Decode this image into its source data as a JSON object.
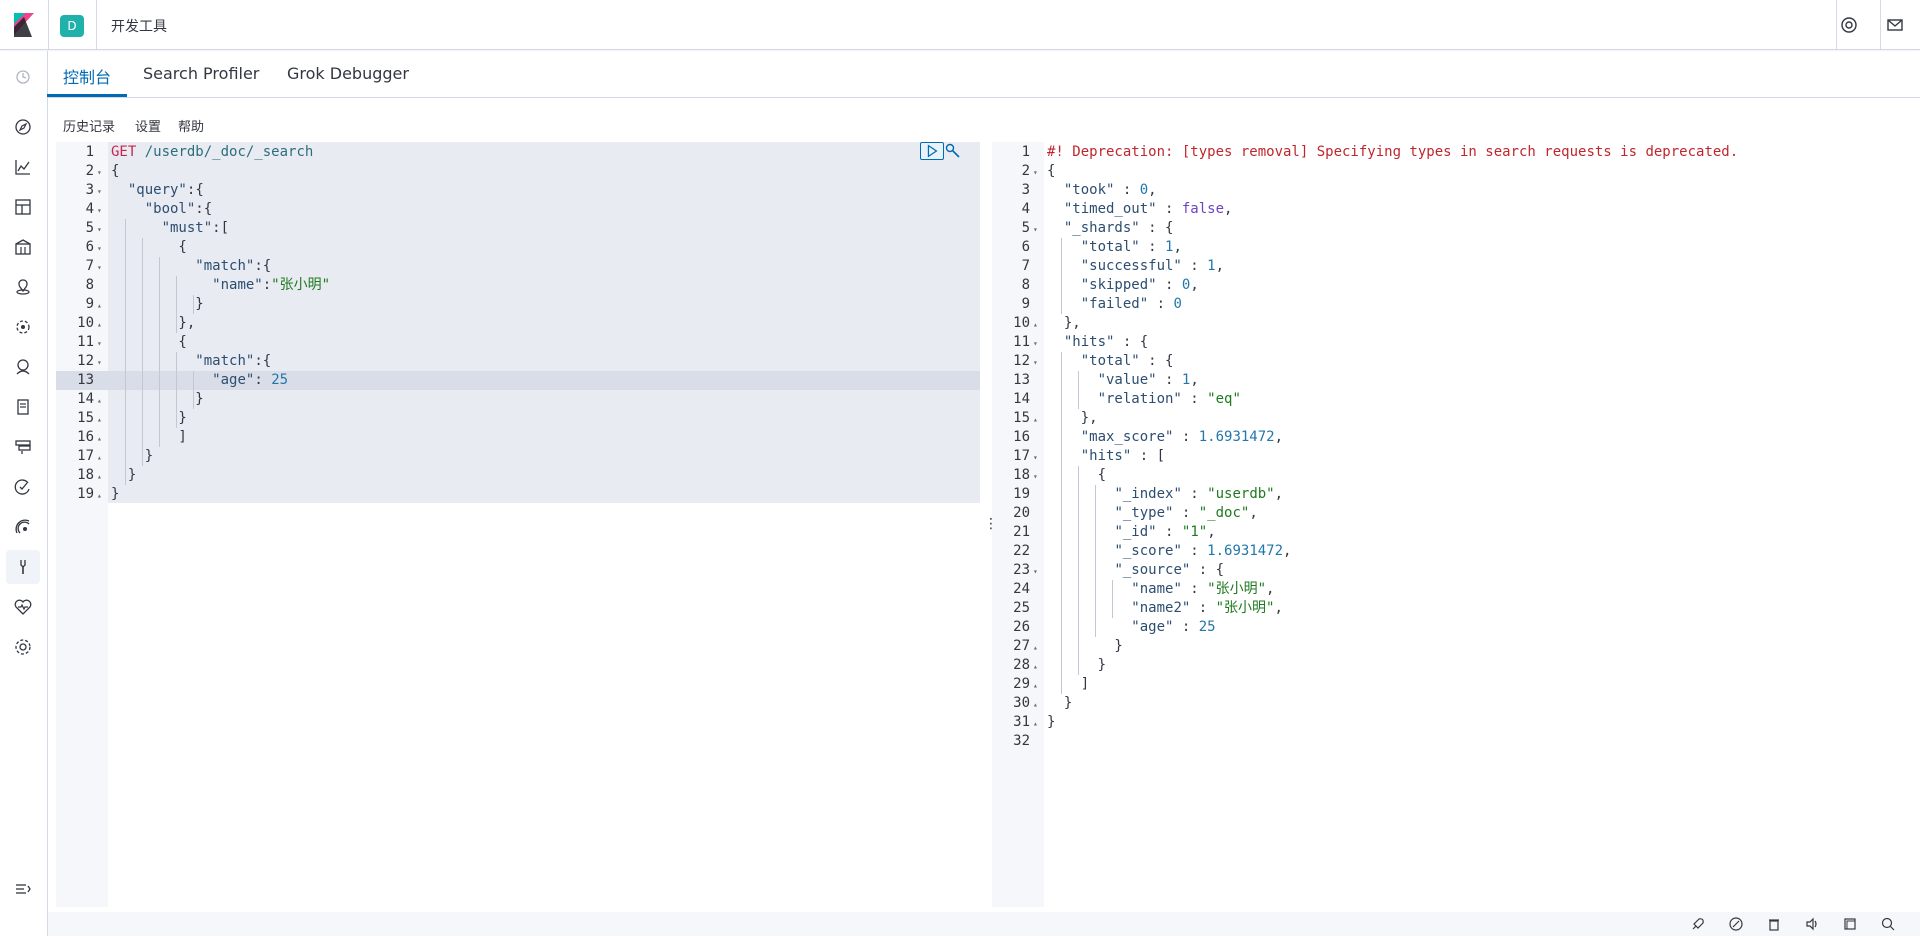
{
  "header": {
    "space_initial": "D",
    "app_title": "开发工具"
  },
  "tabs": [
    {
      "label": "控制台",
      "active": true
    },
    {
      "label": "Search Profiler",
      "active": false
    },
    {
      "label": "Grok Debugger",
      "active": false
    }
  ],
  "submenu": {
    "history": "历史记录",
    "settings": "设置",
    "help": "帮助"
  },
  "colors": {
    "accent": "#006bb4",
    "space_badge": "#20b2aa"
  },
  "request": {
    "lines": [
      "GET /userdb/_doc/_search",
      "{",
      "  \"query\":{",
      "    \"bool\":{",
      "      \"must\":[",
      "        {",
      "          \"match\":{",
      "            \"name\":\"张小明\"",
      "          }",
      "        },",
      "        {",
      "          \"match\":{",
      "            \"age\": 25",
      "          }",
      "        }",
      "        ]",
      "    }",
      "  }",
      "}"
    ]
  },
  "response": {
    "lines": [
      "#! Deprecation: [types removal] Specifying types in search requests is deprecated.",
      "{",
      "  \"took\" : 0,",
      "  \"timed_out\" : false,",
      "  \"_shards\" : {",
      "    \"total\" : 1,",
      "    \"successful\" : 1,",
      "    \"skipped\" : 0,",
      "    \"failed\" : 0",
      "  },",
      "  \"hits\" : {",
      "    \"total\" : {",
      "      \"value\" : 1,",
      "      \"relation\" : \"eq\"",
      "    },",
      "    \"max_score\" : 1.6931472,",
      "    \"hits\" : [",
      "      {",
      "        \"_index\" : \"userdb\",",
      "        \"_type\" : \"_doc\",",
      "        \"_id\" : \"1\",",
      "        \"_score\" : 1.6931472,",
      "        \"_source\" : {",
      "          \"name\" : \"张小明\",",
      "          \"name2\" : \"张小明\",",
      "          \"age\" : 25",
      "        }",
      "      }",
      "    ]",
      "  }",
      "}",
      ""
    ]
  }
}
